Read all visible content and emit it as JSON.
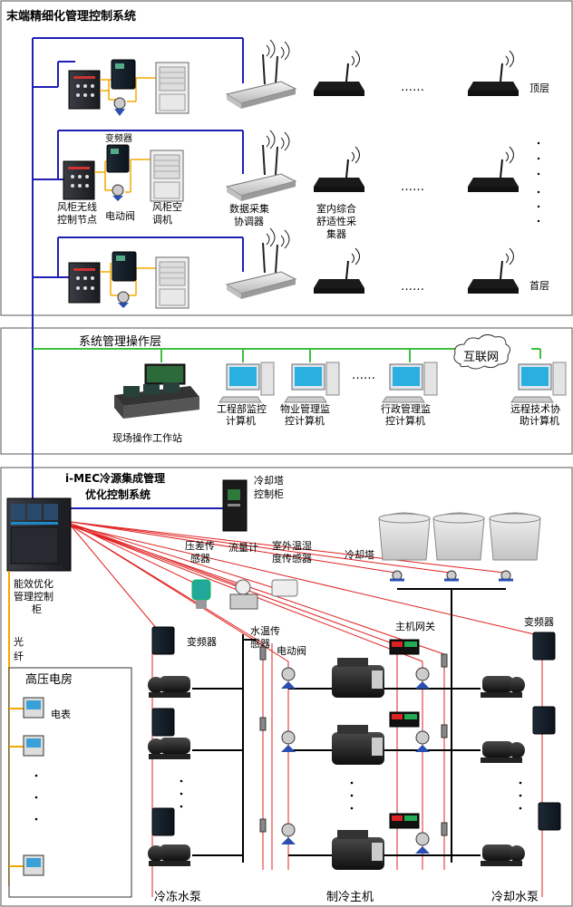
{
  "terminal": {
    "title": "末端精细化管理控制系统",
    "label_vfd": "变频器",
    "label_node": [
      "风柜无线",
      "控制节点"
    ],
    "label_valve": "电动阀",
    "label_ahu": [
      "风柜空",
      "调机"
    ],
    "label_coord": [
      "数据采集",
      "协调器"
    ],
    "label_sensor": [
      "室内综合",
      "舒适性采",
      "集器"
    ],
    "ellipsis": "……",
    "label_top": "顶层",
    "label_bottom": "首层"
  },
  "mgmt": {
    "title": "系统管理操作层",
    "internet": "互联网",
    "station": "现场操作工作站",
    "pc1": [
      "工程部监控",
      "计算机"
    ],
    "pc2": [
      "物业管理监",
      "控计算机"
    ],
    "pc3": [
      "行政管理监",
      "控计算机"
    ],
    "pc4": [
      "远程技术协",
      "助计算机"
    ],
    "ellipsis": "……"
  },
  "source": {
    "title": [
      "i-MEC冷源集成管理",
      "优化控制系统"
    ],
    "tower_cab": [
      "冷却塔",
      "控制柜"
    ],
    "cabinet": [
      "能效优化",
      "管理控制",
      "柜"
    ],
    "fiber": [
      "光",
      "纤"
    ],
    "hv_room": "高压电房",
    "meter": "电表",
    "diff_sensor": [
      "压差传",
      "感器"
    ],
    "flowmeter": "流量计",
    "outdoor_sensor": [
      "室外温湿",
      "度传感器"
    ],
    "tower": "冷却塔",
    "vfd_left": "变频器",
    "vfd_right": "变频器",
    "water_temp": [
      "水温传",
      "感器"
    ],
    "valve": "电动阀",
    "host_gw": "主机网关",
    "chilled_pump": "冷冻水泵",
    "chiller": "制冷主机",
    "cooling_pump": "冷却水泵"
  },
  "colors": {
    "blue": "#1f1fb4",
    "green": "#3fbf3f",
    "red": "#e02020",
    "orange": "#f5a800",
    "black": "#000000"
  }
}
